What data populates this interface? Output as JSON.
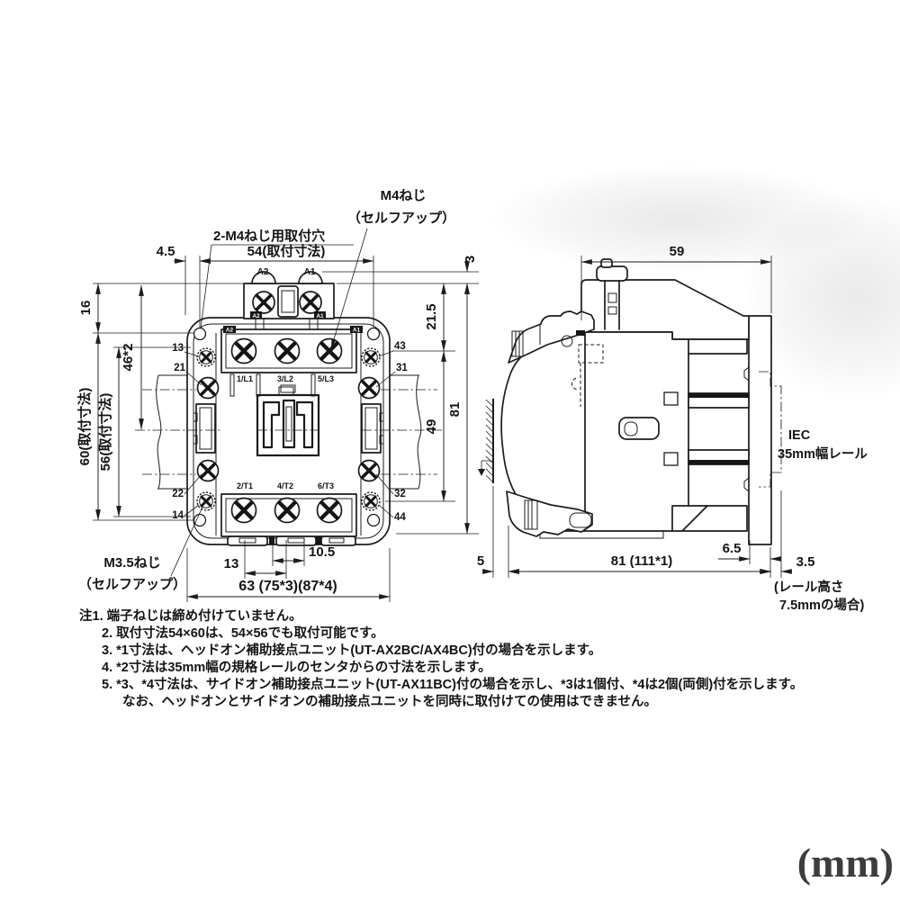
{
  "front_view": {
    "callouts": {
      "m4_1": "M4ねじ",
      "m4_2": "（セルフアップ）",
      "hole": "2-M4ねじ用取付穴",
      "m35_1": "M3.5ねじ",
      "m35_2": "（セルフアップ）"
    },
    "dims": {
      "d4_5": "4.5",
      "d54": "54(取付寸法)",
      "d3": "3",
      "d16": "16",
      "d46": "46*2",
      "d60": "60(取付寸法)",
      "d56": "56(取付寸法)",
      "d21_5": "21.5",
      "d81": "81",
      "d49": "49",
      "d13": "13",
      "d10_5": "10.5",
      "d63": "63 (75*3)(87*4)"
    },
    "terminals": {
      "coil": [
        "A2",
        "A1"
      ],
      "coil_tags": [
        "A2",
        "A1"
      ],
      "line": [
        "1/L1",
        "3/L2",
        "5/L3"
      ],
      "load": [
        "2/T1",
        "4/T2",
        "6/T3"
      ],
      "aux_left": [
        "13",
        "21",
        "22",
        "14"
      ],
      "aux_right": [
        "43",
        "31",
        "32",
        "44"
      ]
    }
  },
  "side_view": {
    "dims": {
      "d59": "59",
      "d5": "5",
      "d81": "81 (111*1)",
      "d6_5": "6.5",
      "d3_5": "3.5"
    },
    "labels": {
      "iec_1": "IEC",
      "iec_2": "35mm幅レール",
      "rail_1": "(レール高さ",
      "rail_2": "7.5mmの場合)"
    }
  },
  "notes": [
    "注1. 端子ねじは締め付けていません。",
    "2. 取付寸法54×60は、54×56でも取付可能です。",
    "3. *1寸法は、ヘッドオン補助接点ユニット(UT-AX2BC/AX4BC)付の場合を示します。",
    "4. *2寸法は35mm幅の規格レールのセンタからの寸法を示します。",
    "5. *3、*4寸法は、サイドオン補助接点ユニット(UT-AX11BC)付の場合を示し、*3は1個付、*4は2個(両側)付を示します。",
    "なお、ヘッドオンとサイドオンの補助接点ユニットを同時に取付けての使用はできません。"
  ],
  "unit_label": "(mm)"
}
